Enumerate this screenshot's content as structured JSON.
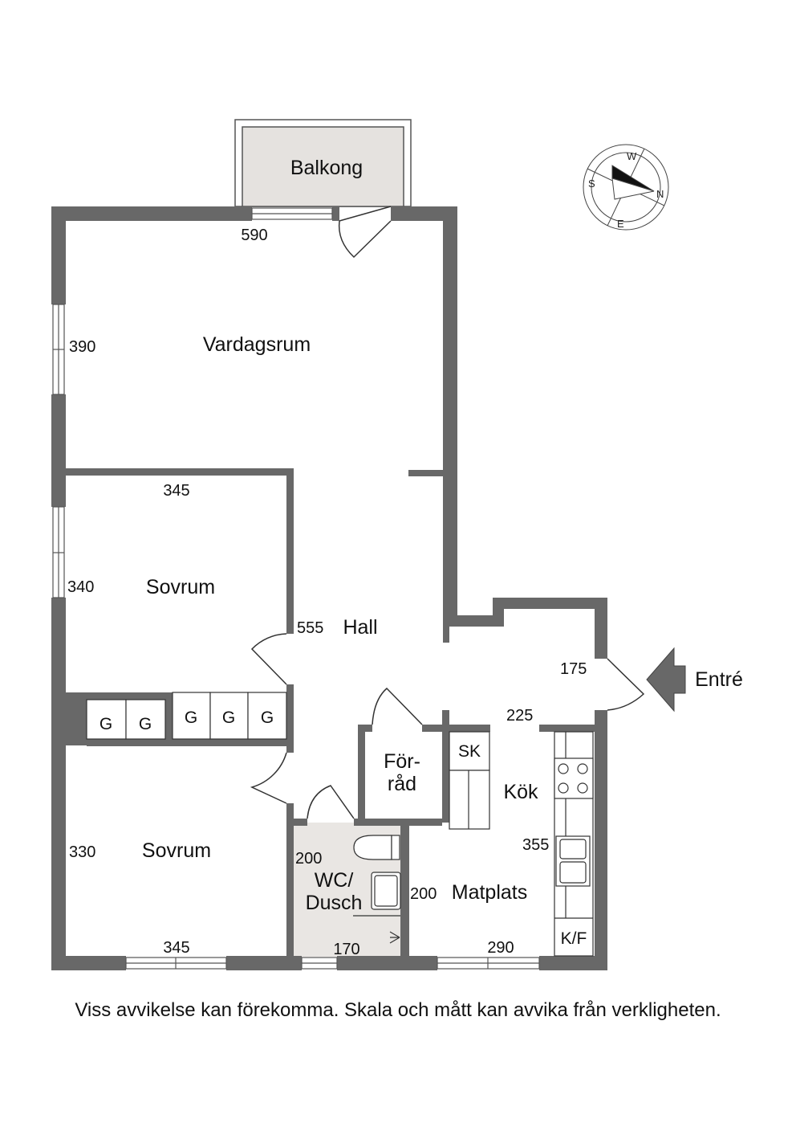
{
  "rooms": {
    "balkong": "Balkong",
    "vardagsrum": "Vardagsrum",
    "sovrum_top": "Sovrum",
    "sovrum_bottom": "Sovrum",
    "hall": "Hall",
    "forrad_line1": "För-",
    "forrad_line2": "råd",
    "kok": "Kök",
    "wc_line1": "WC/",
    "wc_line2": "Dusch",
    "matplats": "Matplats"
  },
  "dimensions": {
    "vardagsrum_width": "590",
    "vardagsrum_depth": "390",
    "sovrum_top_width": "345",
    "sovrum_top_depth": "340",
    "hall_length": "555",
    "entre_width": "175",
    "kok_width": "225",
    "sovrum_bottom_depth": "330",
    "sovrum_bottom_width": "345",
    "wc_depth": "200",
    "wc_width": "170",
    "matplats_depth": "200",
    "matplats_width": "290",
    "kok_length": "355"
  },
  "fixtures": {
    "wardrobe": "G",
    "storage_cabinet": "SK",
    "fridge_freezer": "K/F"
  },
  "entrance_label": "Entré",
  "compass": {
    "w": "W",
    "s": "S",
    "n": "N",
    "e": "E"
  },
  "disclaimer": "Viss avvikelse kan förekomma. Skala och mått kan avvika från verkligheten.",
  "colors": {
    "wall": "#686868",
    "wet_room": "#e9e6e3",
    "balcony": "#e5e2df"
  }
}
